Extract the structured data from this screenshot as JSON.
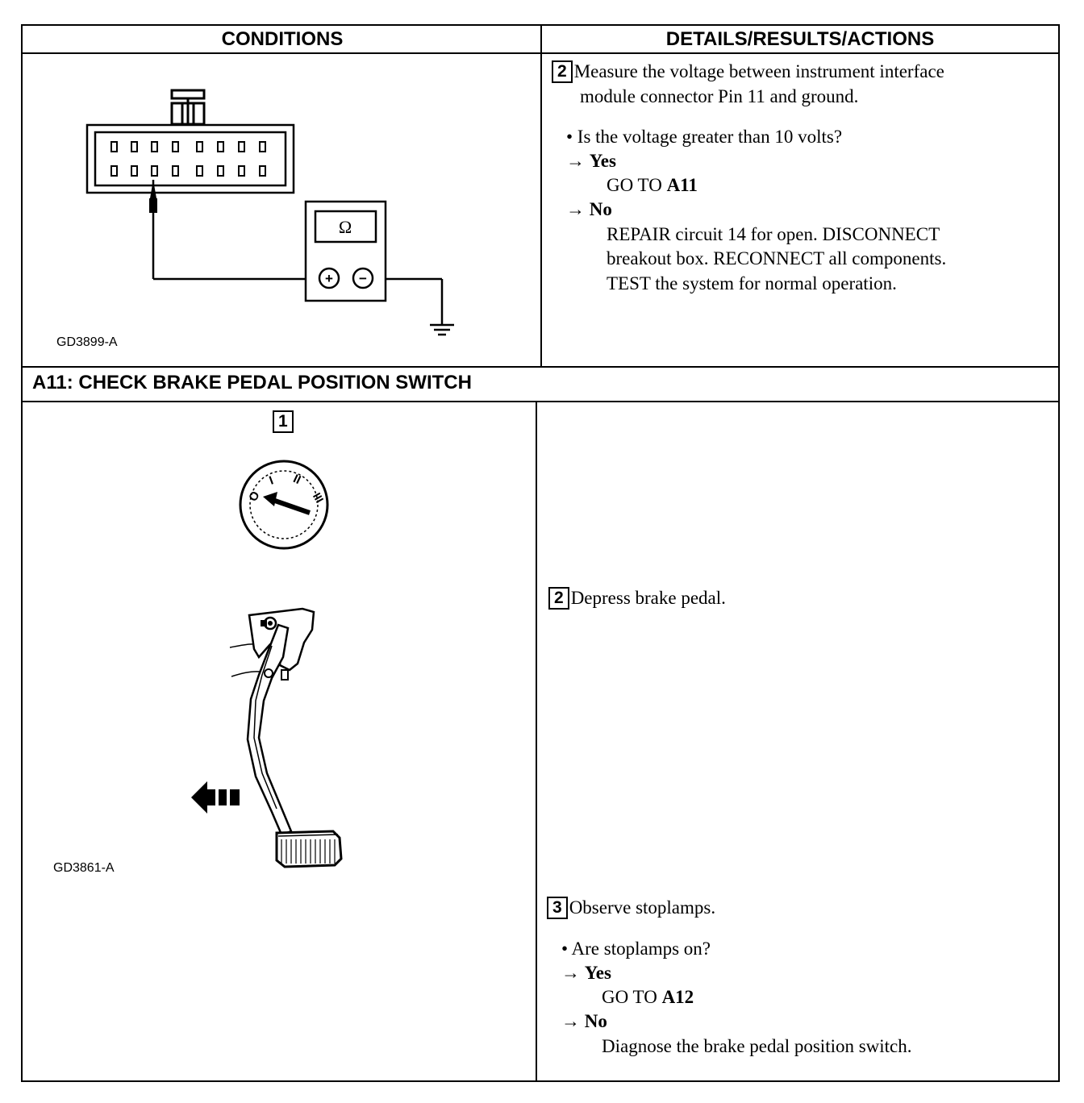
{
  "headers": {
    "conditions": "CONDITIONS",
    "details": "DETAILS/RESULTS/ACTIONS"
  },
  "row1": {
    "figure_label": "GD3899-A",
    "meter_symbol": "Ω",
    "meter_plus": "+",
    "meter_minus": "−",
    "step": {
      "number": "2",
      "text_line1": "Measure the voltage between instrument interface",
      "text_line2": "module connector Pin 11 and ground.",
      "question": "• Is the voltage greater than 10 volts?",
      "arrow": "→",
      "yes_label": "Yes",
      "yes_action_prefix": "GO TO ",
      "yes_action_target": "A11",
      "no_label": "No",
      "no_action_line1": "REPAIR circuit 14 for open. DISCONNECT",
      "no_action_line2": "breakout box. RECONNECT all components.",
      "no_action_line3": "TEST the system for normal operation."
    }
  },
  "section": {
    "title": "A11: CHECK BRAKE PEDAL POSITION SWITCH"
  },
  "row2": {
    "figure_step": "1",
    "figure_label": "GD3861-A",
    "ignition_positions": [
      "O",
      "I",
      "II",
      "III"
    ],
    "step2": {
      "number": "2",
      "text": "Depress brake pedal."
    },
    "step3": {
      "number": "3",
      "text": "Observe stoplamps.",
      "question": "• Are stoplamps on?",
      "arrow": "→",
      "yes_label": "Yes",
      "yes_action_prefix": "GO TO ",
      "yes_action_target": "A12",
      "no_label": "No",
      "no_action": "Diagnose the brake pedal position switch."
    }
  }
}
